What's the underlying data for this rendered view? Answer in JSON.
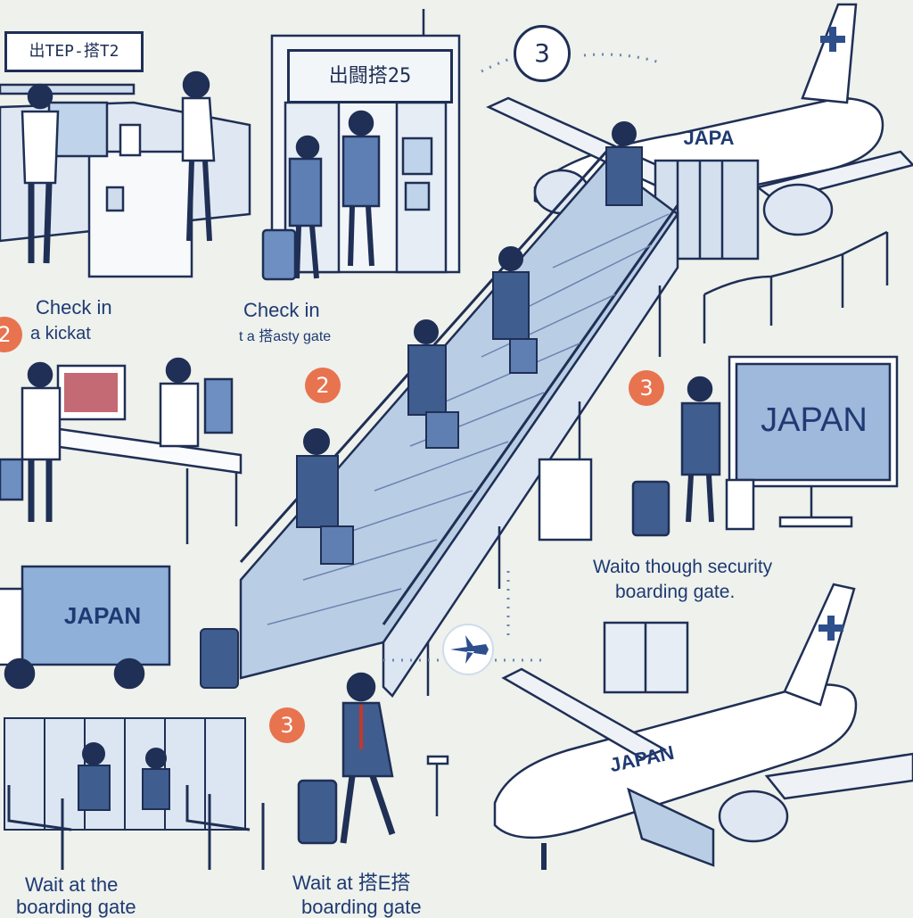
{
  "signs": {
    "checkin_counter": "出TEP-搭T2",
    "gate": "出闘搭25",
    "step_circle": "3"
  },
  "captions": {
    "check_in_a": "Check in",
    "check_in_a_line2": "a kickat",
    "check_in_b": "Check in",
    "check_in_b_line2": "t a 搭asty gate",
    "security": "Waito though security",
    "security_line2": "boarding gate.",
    "wait_left_line1": "Wait at the",
    "wait_left_line2": "boarding gate",
    "wait_right_line1": "Wait at 搭E搭",
    "wait_right_line2": "boarding gate"
  },
  "badges": [
    "2",
    "2",
    "3",
    "3"
  ],
  "labels": {
    "truck": "JAPAN",
    "board_sign": "JAPAN",
    "plane_top": "JAPA",
    "plane_bottom": "JAPAN"
  },
  "colors": {
    "ink": "#1f2f55",
    "accent_blue": "#8fb0d8",
    "badge": "#e8734f",
    "background": "#eef1ec"
  }
}
